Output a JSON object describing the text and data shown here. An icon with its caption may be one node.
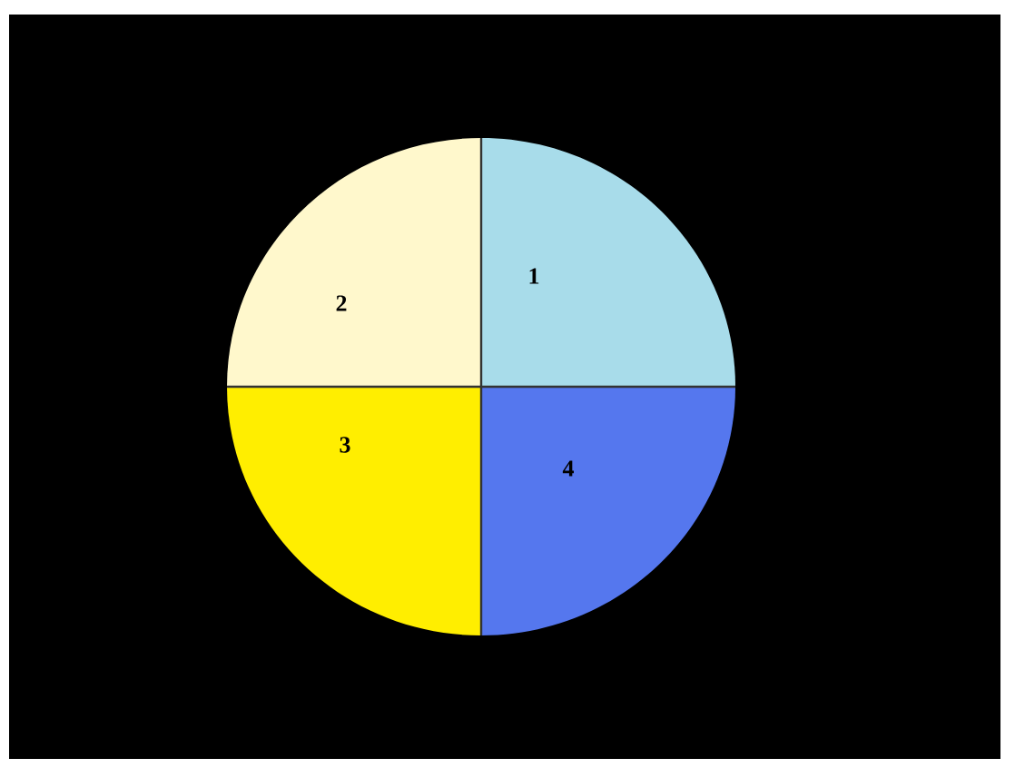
{
  "diagram": {
    "nodes": [
      {
        "text": [
          "2"
        ]
      },
      {
        "text": [
          "1"
        ]
      },
      {
        "text": [
          "3"
        ]
      },
      {
        "text": [
          "4"
        ]
      }
    ]
  }
}
